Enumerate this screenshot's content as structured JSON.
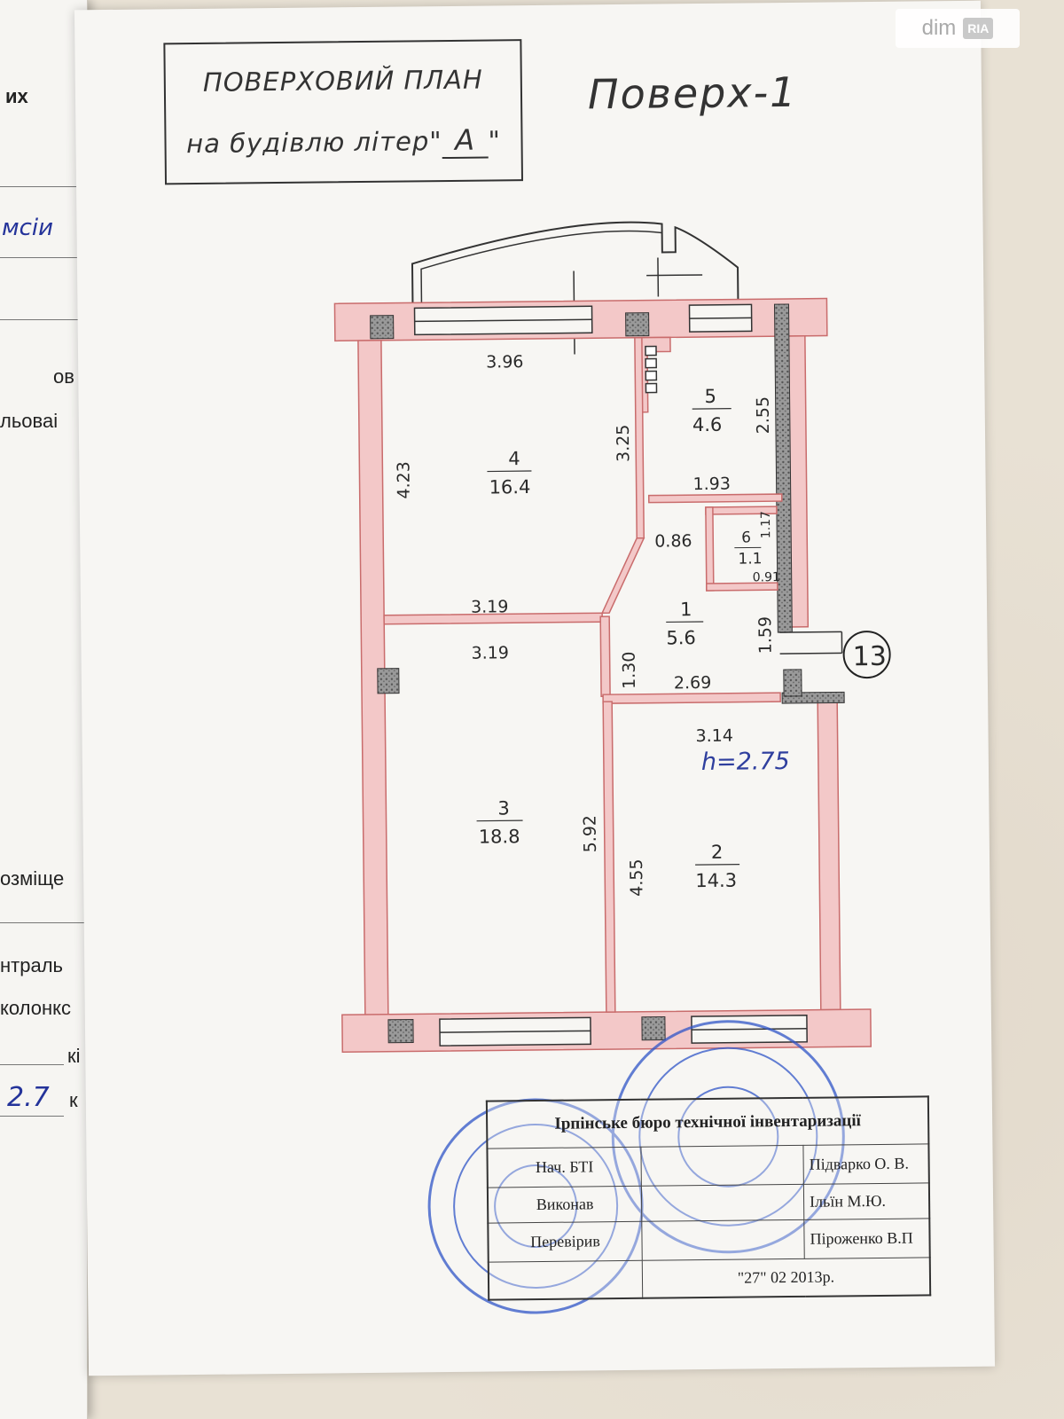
{
  "left_page": {
    "texts": [
      "их",
      "мсіи",
      "ов",
      "льоваі",
      "озміще",
      "нтраль",
      "колонкс",
      "кі",
      "2.7",
      "к"
    ]
  },
  "watermark": {
    "text": "dim",
    "badge": "RIA"
  },
  "header": {
    "title_line1": "ПОВЕРХОВИЙ ПЛАН",
    "title_line2_prefix": "на будівлю літер\"",
    "title_letter": "A",
    "title_line2_suffix": "\"",
    "floor_label": "Поверх-1"
  },
  "plan": {
    "rooms": [
      {
        "number": "4",
        "area": "16.4"
      },
      {
        "number": "5",
        "area": "4.6"
      },
      {
        "number": "6",
        "area": "1.1"
      },
      {
        "number": "1",
        "area": "5.6"
      },
      {
        "number": "3",
        "area": "18.8"
      },
      {
        "number": "2",
        "area": "14.3"
      }
    ],
    "dimensions": {
      "r4_top": "3.96",
      "r4_left": "4.23",
      "r4_right": "3.25",
      "r4_bottom": "3.19",
      "r5_right": "2.55",
      "r5_bottom": "1.93",
      "r6_left": "0.86",
      "r6_right": "1.17",
      "r6_bottom": "0.91",
      "r1_right": "1.59",
      "r1_left": "1.30",
      "r1_bottom": "2.69",
      "r3_top": "3.19",
      "r3_right": "5.92",
      "r2_top": "3.14",
      "r2_left": "4.55"
    },
    "apartment_number": "13",
    "height_note": "h=2.75"
  },
  "stamp": {
    "bureau": "Ірпінське бюро технічної інвентаризації",
    "rows": [
      {
        "role": "Нач. БТІ",
        "name": "Підварко О. В."
      },
      {
        "role": "Виконав",
        "name": "Ільїн М.Ю."
      },
      {
        "role": "Перевірив",
        "name": "Піроженко В.П"
      }
    ],
    "date": "\"27\"  02  2013р."
  },
  "colors": {
    "wall_fill": "#f3c8c8",
    "wall_stroke": "#c96c6c",
    "ink": "#2a2a2a",
    "stamp_blue": "#2f55c8",
    "handwriting_blue": "#2f3f9e"
  }
}
